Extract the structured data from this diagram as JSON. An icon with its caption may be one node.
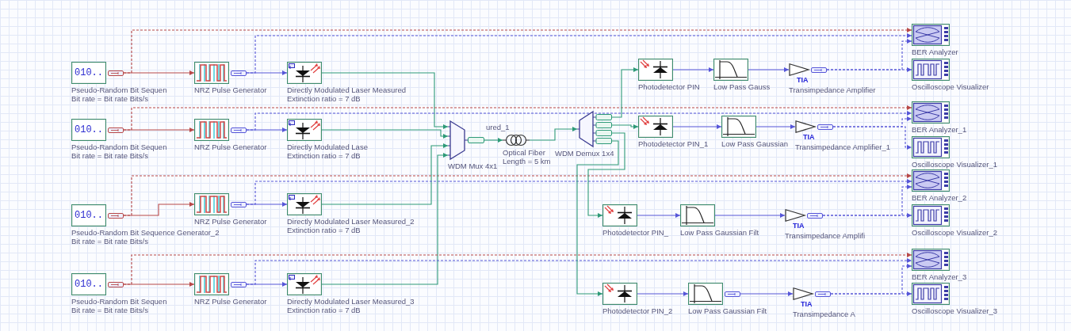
{
  "diagram": {
    "nodes": [
      {
        "text": [
          "010..",
          "Pseudo-Random Bit Sequen",
          "Bit rate = Bit rate Bits/s"
        ]
      },
      {
        "text": [
          "NRZ Pulse Generator"
        ]
      },
      {
        "text": [
          "Directly Modulated Laser Measured",
          "Extinction ratio = 7 dB"
        ]
      },
      {
        "text": [
          "010..",
          "Pseudo-Random Bit Sequen",
          "Bit rate = Bit rate Bits/s"
        ]
      },
      {
        "text": [
          "NRZ Pulse Generator"
        ]
      },
      {
        "text": [
          "Directly Modulated Lase",
          "Extinction ratio = 7 dB"
        ]
      },
      {
        "text": [
          "010..",
          "Pseudo-Random Bit Sequence Generator_2",
          "Bit rate = Bit rate Bits/s"
        ]
      },
      {
        "text": [
          "NRZ Pulse Generator"
        ]
      },
      {
        "text": [
          "Directly Modulated Laser Measured_2",
          "Extinction ratio = 7 dB"
        ]
      },
      {
        "text": [
          "010..",
          "Pseudo-Random Bit Sequen",
          "Bit rate = Bit rate Bits/s"
        ]
      },
      {
        "text": [
          "NRZ Pulse Generator"
        ]
      },
      {
        "text": [
          "Directly Modulated Laser Measured_3",
          "Extinction ratio = 7 dB"
        ]
      },
      {
        "text": [
          "WDM Mux 4x1"
        ]
      },
      {
        "text": [
          "Optical Fiber",
          "Length = 5 km"
        ]
      },
      {
        "text": [
          "WDM Demux 1x4"
        ]
      },
      {
        "text": [
          "Photodetector PIN"
        ]
      },
      {
        "text": [
          "Low Pass Gauss"
        ]
      },
      {
        "text": [
          "TIA",
          "Transimpedance Amplifier"
        ]
      },
      {
        "text": [
          "BER Analyzer"
        ]
      },
      {
        "text": [
          "Oscilloscope Visualizer"
        ]
      },
      {
        "text": [
          "Photodetector PIN_1"
        ]
      },
      {
        "text": [
          "Low Pass Gaussian"
        ]
      },
      {
        "text": [
          "TIA",
          "Transimpedance Amplifier_1"
        ]
      },
      {
        "text": [
          "BER Analyzer_1"
        ]
      },
      {
        "text": [
          "Oscilloscope Visualizer_1"
        ]
      },
      {
        "text": [
          "Photodetector PIN_"
        ]
      },
      {
        "text": [
          "Low Pass Gaussian Filt"
        ]
      },
      {
        "text": [
          "TIA",
          "Transimpedance Amplifi"
        ]
      },
      {
        "text": [
          "BER Analyzer_2"
        ]
      },
      {
        "text": [
          "Oscilloscope Visualizer_2"
        ]
      },
      {
        "text": [
          "Photodetector PIN_2"
        ]
      },
      {
        "text": [
          "Low Pass Gaussian Filt"
        ]
      },
      {
        "text": [
          "TIA",
          "Transimpedance A"
        ]
      },
      {
        "text": [
          "BER Analyzer_3"
        ]
      },
      {
        "text": [
          "Oscilloscope Visualizer_3"
        ]
      }
    ],
    "edges": [
      {
        "from": 0,
        "to": 1,
        "arrow": "to",
        "color": "#b84848"
      },
      {
        "from": 1,
        "to": 2,
        "arrow": "to"
      },
      {
        "from": 2,
        "to": 12,
        "arrow": "to",
        "color": "#2e9a78"
      },
      {
        "from": 0,
        "to": 18,
        "arrow": "to",
        "style": "dashed",
        "color": "#b84848"
      },
      {
        "from": 1,
        "to": 18,
        "arrow": "to",
        "style": "dashed"
      },
      {
        "from": 3,
        "to": 4,
        "arrow": "to",
        "color": "#b84848"
      },
      {
        "from": 4,
        "to": 5,
        "arrow": "to"
      },
      {
        "from": 5,
        "to": 12,
        "arrow": "to",
        "color": "#2e9a78"
      },
      {
        "from": 3,
        "to": 23,
        "arrow": "to",
        "style": "dashed",
        "color": "#b84848"
      },
      {
        "from": 4,
        "to": 23,
        "arrow": "to",
        "style": "dashed"
      },
      {
        "from": 6,
        "to": 7,
        "arrow": "to",
        "color": "#b84848"
      },
      {
        "from": 7,
        "to": 8,
        "arrow": "to"
      },
      {
        "from": 8,
        "to": 12,
        "arrow": "to",
        "color": "#2e9a78"
      },
      {
        "from": 6,
        "to": 28,
        "arrow": "to",
        "style": "dashed",
        "color": "#b84848"
      },
      {
        "from": 7,
        "to": 28,
        "arrow": "to",
        "style": "dashed"
      },
      {
        "from": 9,
        "to": 10,
        "arrow": "to",
        "color": "#b84848"
      },
      {
        "from": 10,
        "to": 11,
        "arrow": "to"
      },
      {
        "from": 11,
        "to": 12,
        "arrow": "to",
        "color": "#2e9a78"
      },
      {
        "from": 9,
        "to": 33,
        "arrow": "to",
        "style": "dashed",
        "color": "#b84848"
      },
      {
        "from": 10,
        "to": 33,
        "arrow": "to",
        "style": "dashed"
      },
      {
        "from": 12,
        "to": 13,
        "arrow": "to",
        "color": "#2e9a78"
      },
      {
        "from": 13,
        "to": 14,
        "arrow": "to",
        "color": "#2e9a78"
      },
      {
        "from": 14,
        "to": 15,
        "arrow": "to",
        "color": "#2e9a78"
      },
      {
        "from": 15,
        "to": 16,
        "arrow": "to"
      },
      {
        "from": 16,
        "to": 17,
        "arrow": "to"
      },
      {
        "from": 17,
        "to": 18,
        "arrow": "to",
        "style": "dashed"
      },
      {
        "from": 17,
        "to": 19,
        "arrow": "to",
        "style": "dashed"
      },
      {
        "from": 14,
        "to": 20,
        "arrow": "to",
        "color": "#2e9a78"
      },
      {
        "from": 20,
        "to": 21,
        "arrow": "to"
      },
      {
        "from": 21,
        "to": 22,
        "arrow": "to"
      },
      {
        "from": 22,
        "to": 23,
        "arrow": "to",
        "style": "dashed"
      },
      {
        "from": 22,
        "to": 24,
        "arrow": "to",
        "style": "dashed"
      },
      {
        "from": 14,
        "to": 25,
        "arrow": "to",
        "color": "#2e9a78"
      },
      {
        "from": 25,
        "to": 26,
        "arrow": "to"
      },
      {
        "from": 26,
        "to": 27,
        "arrow": "to"
      },
      {
        "from": 27,
        "to": 28,
        "arrow": "to",
        "style": "dashed"
      },
      {
        "from": 27,
        "to": 29,
        "arrow": "to",
        "style": "dashed"
      },
      {
        "from": 14,
        "to": 30,
        "arrow": "to",
        "color": "#2e9a78"
      },
      {
        "from": 30,
        "to": 31,
        "arrow": "to"
      },
      {
        "from": 31,
        "to": 32,
        "arrow": "to"
      },
      {
        "from": 32,
        "to": 33,
        "arrow": "to",
        "style": "dashed"
      },
      {
        "from": 32,
        "to": 34,
        "arrow": "to",
        "style": "dashed"
      }
    ],
    "labels": [
      "ured_1"
    ]
  }
}
